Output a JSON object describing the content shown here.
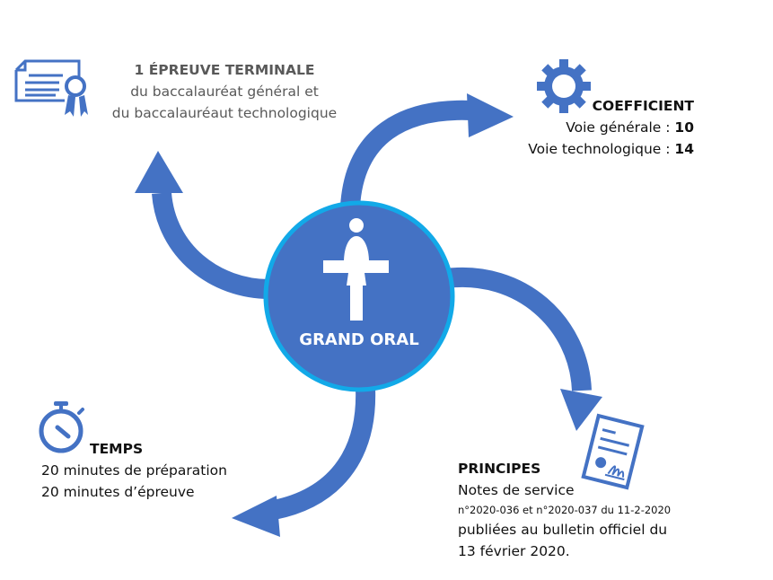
{
  "colors": {
    "arrow": "#4472c4",
    "circle_fill": "#4472c4",
    "circle_ring": "#12a9e8",
    "icon": "#4472c4",
    "text_gray": "#595959",
    "text_dark": "#111111"
  },
  "center": {
    "label": "GRAND ORAL",
    "icon": "speaker-at-lectern-icon"
  },
  "epreuve": {
    "icon": "certificate-icon",
    "title": "1 ÉPREUVE TERMINALE",
    "line1": "du baccalauréat général et",
    "line2": "du baccalauréaut technologique"
  },
  "coefficient": {
    "icon": "gear-icon",
    "title": "COEFFICIENT",
    "general_label": "Voie générale : ",
    "general_value": "10",
    "techno_label": "Voie technologique : ",
    "techno_value": "14"
  },
  "temps": {
    "icon": "stopwatch-icon",
    "title": "TEMPS",
    "line1": "20 minutes de préparation",
    "line2": "20 minutes d’épreuve"
  },
  "principes": {
    "icon": "signed-document-icon",
    "title": "PRINCIPES",
    "line1": "Notes de service",
    "line2": "n°2020-036 et n°2020-037 du 11-2-2020",
    "line3": "publiées au bulletin officiel du",
    "line4": "13 février 2020."
  }
}
